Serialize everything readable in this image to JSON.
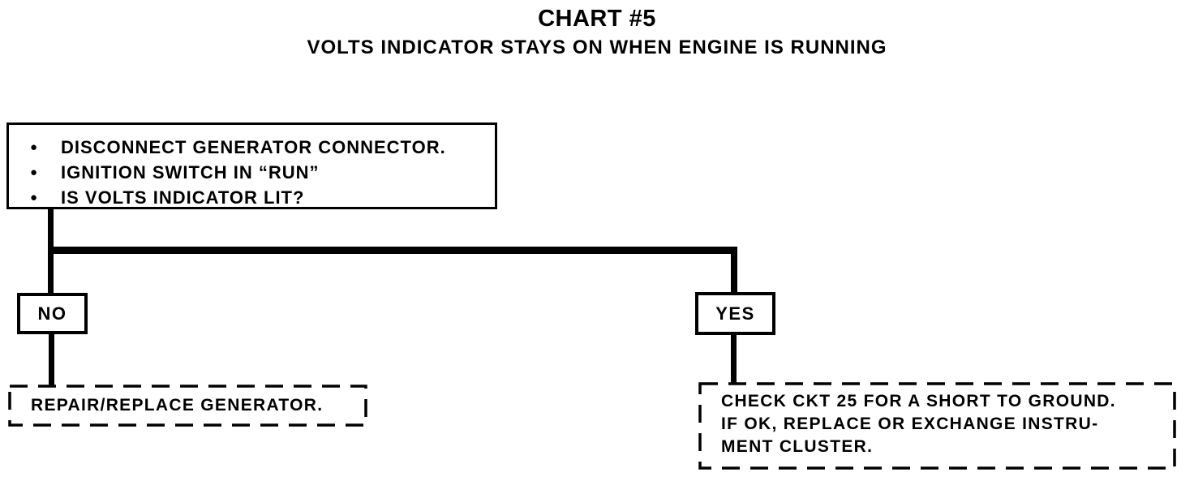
{
  "header": {
    "title": "CHART #5",
    "subtitle": "VOLTS INDICATOR STAYS ON WHEN ENGINE IS RUNNING"
  },
  "icons": {
    "bullet": "●"
  },
  "flow": {
    "start": {
      "items": [
        "DISCONNECT GENERATOR CONNECTOR.",
        "IGNITION SWITCH IN “RUN”",
        "IS VOLTS INDICATOR LIT?"
      ]
    },
    "no": {
      "label": "NO",
      "action_lines": [
        "REPAIR/REPLACE GENERATOR."
      ]
    },
    "yes": {
      "label": "YES",
      "action_lines": [
        "CHECK CKT 25 FOR A SHORT TO GROUND.",
        "IF OK, REPLACE OR EXCHANGE INSTRU-",
        "MENT CLUSTER."
      ]
    }
  },
  "colors": {
    "ink": "#000000",
    "paper": "#ffffff"
  }
}
